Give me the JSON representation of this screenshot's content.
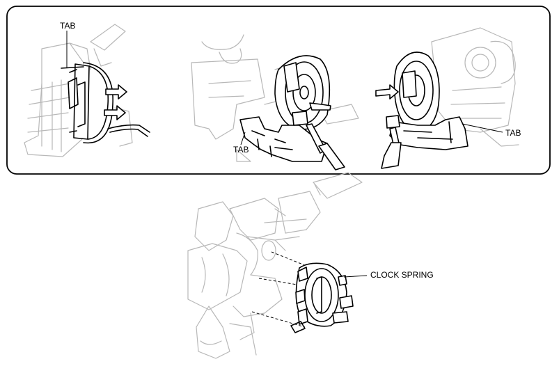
{
  "labels": {
    "tab_1": "TAB",
    "tab_2": "TAB",
    "tab_3": "TAB",
    "clock_spring": "CLOCK SPRING"
  },
  "colors": {
    "ink": "#000000",
    "ghost": "#b8b8b8",
    "frame": "#000000"
  }
}
